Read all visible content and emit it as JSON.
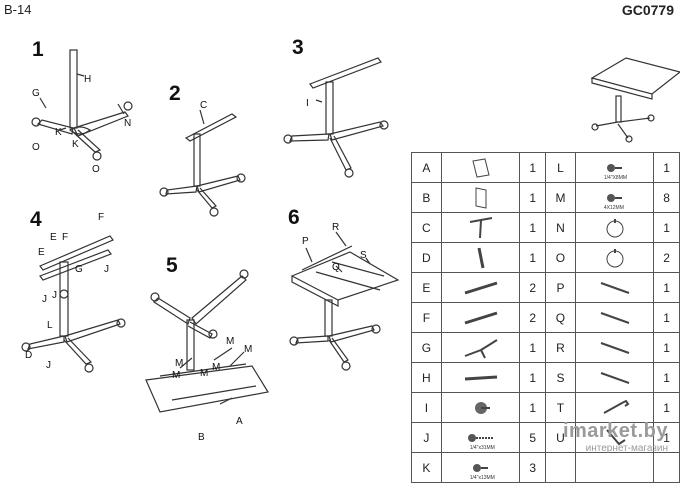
{
  "header": {
    "code": "B-14",
    "model": "GC0779"
  },
  "steps": [
    "1",
    "2",
    "3",
    "4",
    "5",
    "6"
  ],
  "callouts": {
    "s1": [
      "H",
      "G",
      "K",
      "K",
      "N",
      "O",
      "O"
    ],
    "s2": [
      "C"
    ],
    "s3": [
      "I"
    ],
    "s4": [
      "F",
      "E",
      "F",
      "E",
      "G",
      "J",
      "J",
      "J",
      "L",
      "D",
      "J"
    ],
    "s5": [
      "M",
      "M",
      "M",
      "M",
      "M",
      "M",
      "A",
      "B"
    ],
    "s6": [
      "P",
      "R",
      "Q",
      "S"
    ]
  },
  "parts": [
    {
      "letter": "A",
      "icon": "panel-small-icon",
      "qty": "1",
      "size": ""
    },
    {
      "letter": "B",
      "icon": "panel-tall-icon",
      "qty": "1",
      "size": ""
    },
    {
      "letter": "C",
      "icon": "t-bar-icon",
      "qty": "1",
      "size": ""
    },
    {
      "letter": "D",
      "icon": "tube-icon",
      "qty": "1",
      "size": ""
    },
    {
      "letter": "E",
      "icon": "bar-icon",
      "qty": "2",
      "size": ""
    },
    {
      "letter": "F",
      "icon": "bar-icon",
      "qty": "2",
      "size": ""
    },
    {
      "letter": "G",
      "icon": "base-icon",
      "qty": "1",
      "size": ""
    },
    {
      "letter": "H",
      "icon": "column-icon",
      "qty": "1",
      "size": ""
    },
    {
      "letter": "I",
      "icon": "knob-icon",
      "qty": "1",
      "size": ""
    },
    {
      "letter": "J",
      "icon": "bolt-icon",
      "qty": "5",
      "size": "1/4\"x31MM"
    },
    {
      "letter": "K",
      "icon": "screw-icon",
      "qty": "3",
      "size": "1/4\"x13MM"
    },
    {
      "letter": "L",
      "icon": "screw-icon",
      "qty": "1",
      "size": "1/4\"X8MM"
    },
    {
      "letter": "M",
      "icon": "screw-icon",
      "qty": "8",
      "size": "4X12MM"
    },
    {
      "letter": "N",
      "icon": "caster-icon",
      "qty": "1",
      "size": ""
    },
    {
      "letter": "O",
      "icon": "caster-icon",
      "qty": "2",
      "size": ""
    },
    {
      "letter": "P",
      "icon": "rod-icon",
      "qty": "1",
      "size": ""
    },
    {
      "letter": "Q",
      "icon": "rod-icon",
      "qty": "1",
      "size": ""
    },
    {
      "letter": "R",
      "icon": "rod-icon",
      "qty": "1",
      "size": ""
    },
    {
      "letter": "S",
      "icon": "rod-icon",
      "qty": "1",
      "size": ""
    },
    {
      "letter": "T",
      "icon": "wrench-icon",
      "qty": "1",
      "size": ""
    },
    {
      "letter": "U",
      "icon": "allen-key-icon",
      "qty": "1",
      "size": ""
    }
  ],
  "watermark": {
    "brand": "imarket.by",
    "sub": "интернет-магазин"
  }
}
